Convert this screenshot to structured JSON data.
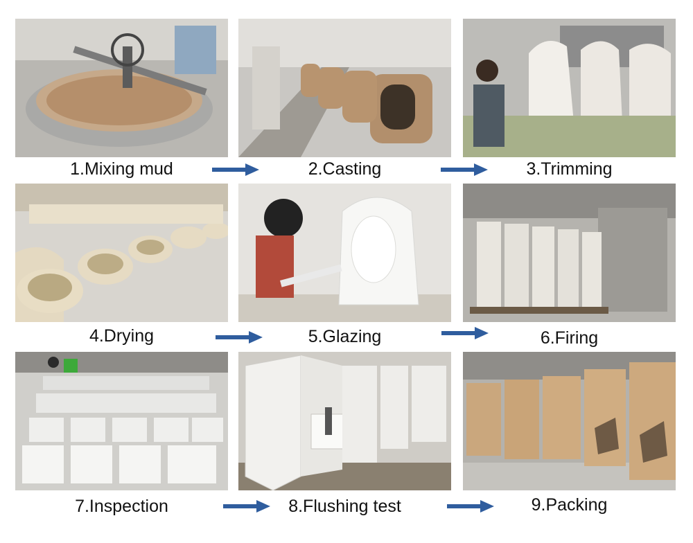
{
  "steps": [
    {
      "label": "1.Mixing mud",
      "photo": "mixing-tank-photo"
    },
    {
      "label": "2.Casting",
      "photo": "casting-molds-photo"
    },
    {
      "label": "3.Trimming",
      "photo": "trimming-worker-photo"
    },
    {
      "label": "4.Drying",
      "photo": "drying-toilets-photo"
    },
    {
      "label": "5.Glazing",
      "photo": "glazing-worker-photo"
    },
    {
      "label": "6.Firing",
      "photo": "kiln-cart-photo"
    },
    {
      "label": "7.Inspection",
      "photo": "inspection-floor-photo"
    },
    {
      "label": "8.Flushing test",
      "photo": "flushing-test-photo"
    },
    {
      "label": "9.Packing",
      "photo": "packed-boxes-photo"
    }
  ],
  "colors": {
    "arrow": "#2f5d9e",
    "text": "#111111"
  }
}
